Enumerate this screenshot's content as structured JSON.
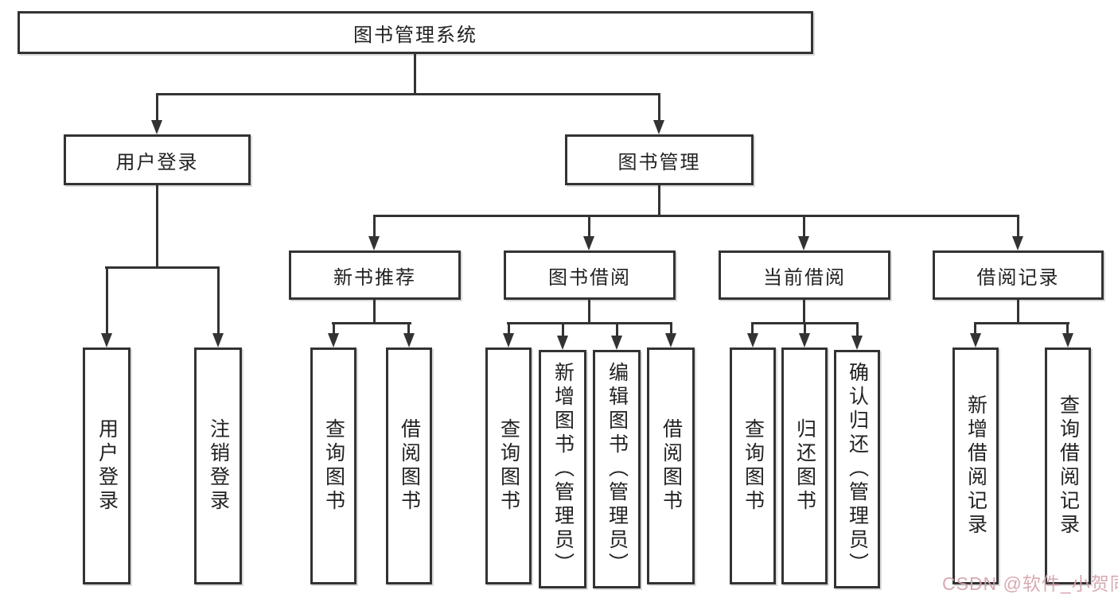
{
  "tree": {
    "root": {
      "label": "图书管理系统"
    },
    "branches": [
      {
        "label": "用户登录",
        "children": [
          {
            "label": "用户登录"
          },
          {
            "label": "注销登录"
          }
        ]
      },
      {
        "label": "图书管理",
        "children": [
          {
            "label": "新书推荐",
            "children": [
              {
                "label": "查询图书"
              },
              {
                "label": "借阅图书"
              }
            ]
          },
          {
            "label": "图书借阅",
            "children": [
              {
                "label": "查询图书"
              },
              {
                "label": "新增图书（管理员）"
              },
              {
                "label": "编辑图书（管理员）"
              },
              {
                "label": "借阅图书"
              }
            ]
          },
          {
            "label": "当前借阅",
            "children": [
              {
                "label": "查询图书"
              },
              {
                "label": "归还图书"
              },
              {
                "label": "确认归还（管理员）"
              }
            ]
          },
          {
            "label": "借阅记录",
            "children": [
              {
                "label": "新增借阅记录"
              },
              {
                "label": "查询借阅记录"
              }
            ]
          }
        ]
      }
    ]
  },
  "watermark": {
    "text": "CSDN @软件_小贺同学"
  },
  "colors": {
    "line": "#333333",
    "text": "#222222",
    "background": "#ffffff",
    "watermark": "#d5a2ab"
  }
}
